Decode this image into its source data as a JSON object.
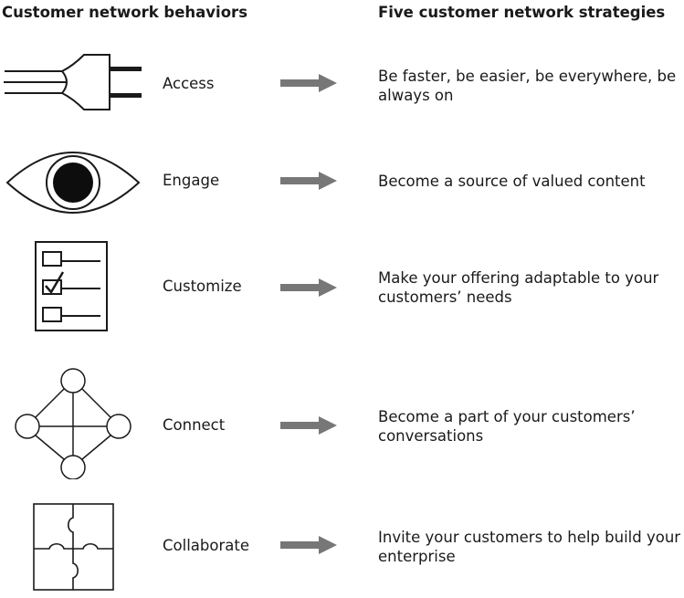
{
  "headers": {
    "left": "Customer network behaviors",
    "right": "Five customer network strategies"
  },
  "rows": [
    {
      "icon": "plug-icon",
      "behavior": "Access",
      "strategy": "Be faster, be easier, be everywhere, be always on"
    },
    {
      "icon": "eye-icon",
      "behavior": "Engage",
      "strategy": "Become a source of valued content"
    },
    {
      "icon": "checklist-icon",
      "behavior": "Customize",
      "strategy": "Make your offering adaptable to your customers’ needs"
    },
    {
      "icon": "network-icon",
      "behavior": "Connect",
      "strategy": "Become a part of  your customers’ conversations"
    },
    {
      "icon": "puzzle-icon",
      "behavior": "Collaborate",
      "strategy": "Invite your customers to help build your enterprise"
    }
  ],
  "colors": {
    "arrow": "#777777",
    "text": "#1a1a1a"
  }
}
